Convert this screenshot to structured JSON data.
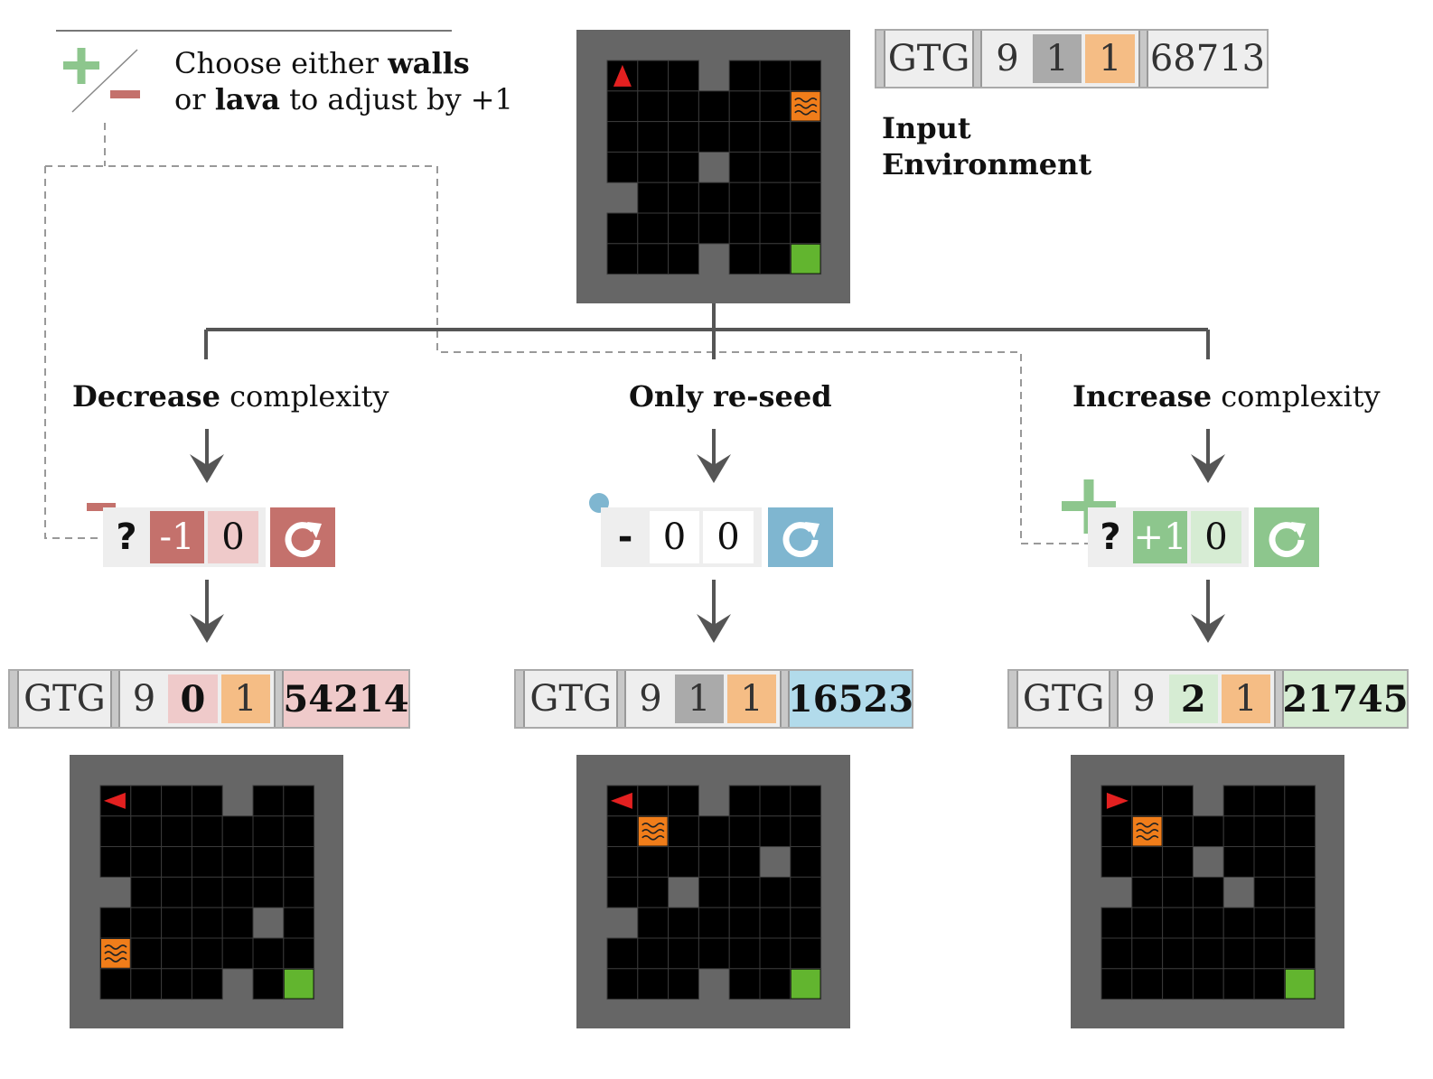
{
  "legend": {
    "line1_prefix": "Choose either ",
    "line1_bold": "walls",
    "line2_bold": "lava",
    "line2_prefix": "or ",
    "line2_suffix": " to adjust by +1"
  },
  "input": {
    "title_line1": "Input",
    "title_line2": "Environment",
    "bar": {
      "type": "GTG",
      "size": "9",
      "walls": "1",
      "lava": "1",
      "seed": "68713"
    }
  },
  "branches": [
    {
      "title_bold": "Decrease",
      "title_rest": " complexity",
      "op": {
        "target": "?",
        "walls": "-1",
        "lava": "0"
      },
      "result": {
        "type": "GTG",
        "size": "9",
        "walls": "0",
        "lava": "1",
        "seed": "54214"
      }
    },
    {
      "title_bold": "Only re-seed",
      "title_rest": "",
      "op": {
        "target": "-",
        "walls": "0",
        "lava": "0"
      },
      "result": {
        "type": "GTG",
        "size": "9",
        "walls": "1",
        "lava": "1",
        "seed": "16523"
      }
    },
    {
      "title_bold": "Increase",
      "title_rest": " complexity",
      "op": {
        "target": "?",
        "walls": "+1",
        "lava": "0"
      },
      "result": {
        "type": "GTG",
        "size": "9",
        "walls": "2",
        "lava": "1",
        "seed": "21745"
      }
    }
  ],
  "colors": {
    "decrease": "#c4716c",
    "decrease_light": "#efcaca",
    "reseed": "#7fb6d0",
    "reseed_light": "#b2dbeb",
    "increase": "#8dc68d",
    "increase_light": "#d6ecd3",
    "walls": "#aaaaaa",
    "lava": "#f5bd85",
    "grid_border": "#666666",
    "lava_tile": "#f07d1a",
    "goal": "#62b52f",
    "agent": "#e32020"
  },
  "grids": {
    "input": {
      "agent": "up",
      "floor": [
        "111011",
        "111111",
        "111111",
        "111011",
        "011111",
        "111111",
        "111011"
      ]
    },
    "decrease": {
      "agent": "left",
      "floor": [
        "111101",
        "111111",
        "111111",
        "011111",
        "111110",
        "111111",
        "111101"
      ]
    },
    "reseed": {
      "agent": "left",
      "floor": [
        "111011",
        "111111",
        "111110",
        "110111",
        "011111",
        "111111",
        "111011"
      ]
    },
    "increase": {
      "agent": "right",
      "floor": [
        "111011",
        "111111",
        "111011",
        "011101",
        "111111",
        "111111",
        "111111"
      ]
    }
  }
}
